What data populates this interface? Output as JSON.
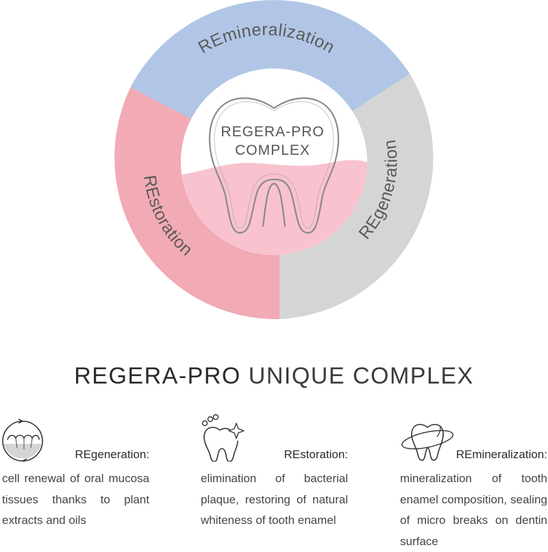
{
  "diagram": {
    "center_label_line1": "REGERA-PRO",
    "center_label_line2": "COMPLEX",
    "segments": [
      {
        "label": "REmineralization",
        "color": "#b1c6e6"
      },
      {
        "label": "REgeneration",
        "color": "#d5d5d5"
      },
      {
        "label": "REstoration",
        "color": "#f2aab4"
      }
    ],
    "gum_color": "#f8c2ce"
  },
  "title": {
    "bold": "REGERA-PRO",
    "light": "UNIQUE COMPLEX"
  },
  "features": [
    {
      "icon": "gum-cell-icon",
      "title": "REgeneration:",
      "description": "cell renewal of oral mucosa tissues thanks to plant extracts and oils"
    },
    {
      "icon": "sparkling-tooth-icon",
      "title": "REstoration:",
      "description": "elimination of bacterial plaque, restoring of natural whiteness of tooth enamel"
    },
    {
      "icon": "tooth-orbit-icon",
      "title": "REmineralization:",
      "description": "mineralization of tooth enamel composition, sealing of micro breaks on dentin surface"
    }
  ]
}
